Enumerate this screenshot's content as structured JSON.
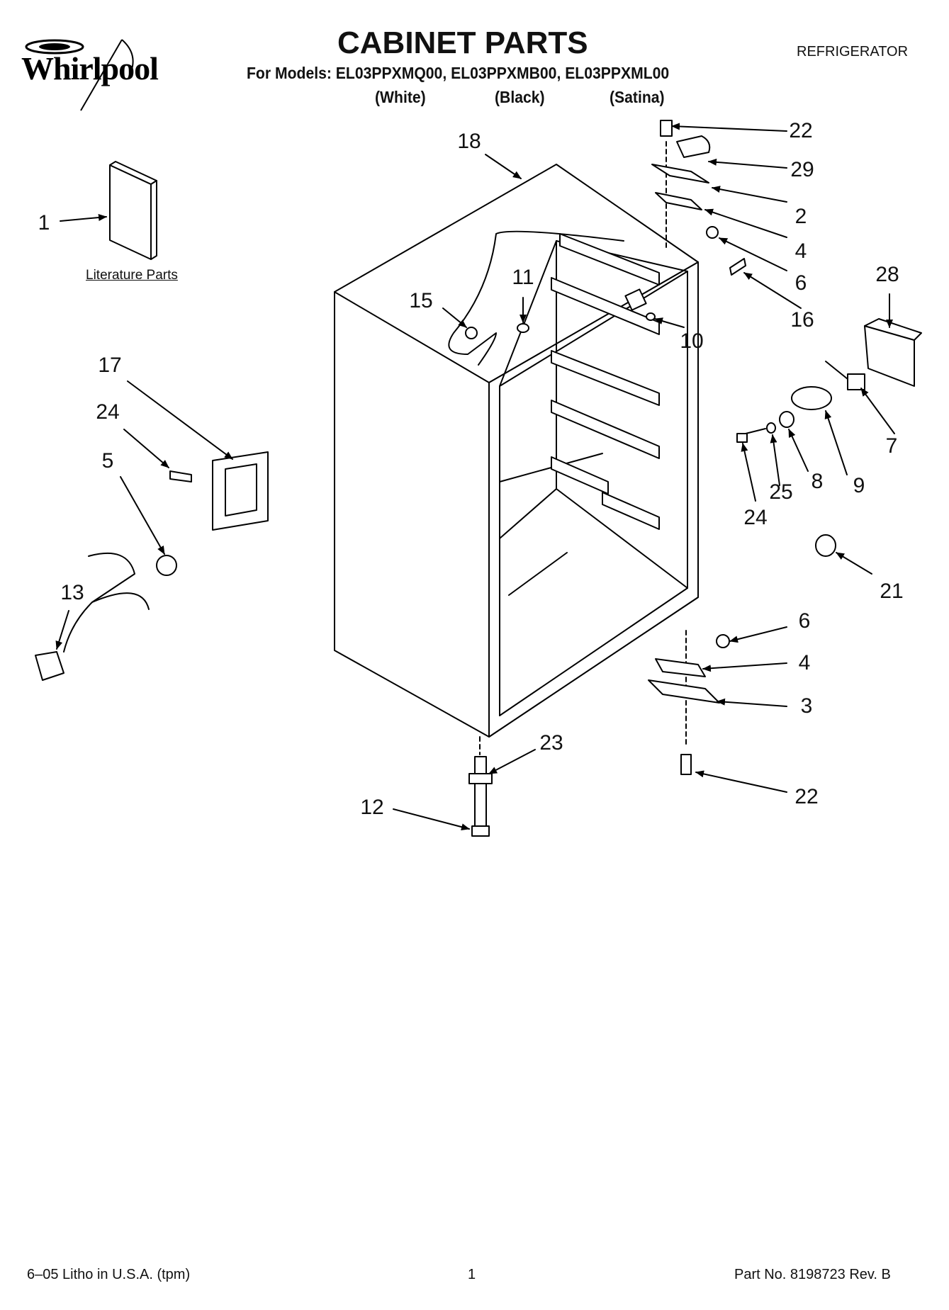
{
  "header": {
    "brand": "Whirlpool",
    "title": "CABINET PARTS",
    "category": "REFRIGERATOR",
    "models_line": "For Models: EL03PPXMQ00, EL03PPXMB00, EL03PPXML00",
    "variants": [
      "(White)",
      "(Black)",
      "(Satina)"
    ]
  },
  "diagram": {
    "literature_label": "Literature Parts",
    "callouts": [
      {
        "id": "c1",
        "text": "1"
      },
      {
        "id": "c18",
        "text": "18"
      },
      {
        "id": "c22a",
        "text": "22"
      },
      {
        "id": "c29",
        "text": "29"
      },
      {
        "id": "c2",
        "text": "2"
      },
      {
        "id": "c4a",
        "text": "4"
      },
      {
        "id": "c6a",
        "text": "6"
      },
      {
        "id": "c16",
        "text": "16"
      },
      {
        "id": "c28",
        "text": "28"
      },
      {
        "id": "c11",
        "text": "11"
      },
      {
        "id": "c15",
        "text": "15"
      },
      {
        "id": "c10",
        "text": "10"
      },
      {
        "id": "c17",
        "text": "17"
      },
      {
        "id": "c24a",
        "text": "24"
      },
      {
        "id": "c5",
        "text": "5"
      },
      {
        "id": "c7",
        "text": "7"
      },
      {
        "id": "c9",
        "text": "9"
      },
      {
        "id": "c8",
        "text": "8"
      },
      {
        "id": "c25",
        "text": "25"
      },
      {
        "id": "c24b",
        "text": "24"
      },
      {
        "id": "c21",
        "text": "21"
      },
      {
        "id": "c13",
        "text": "13"
      },
      {
        "id": "c6b",
        "text": "6"
      },
      {
        "id": "c4b",
        "text": "4"
      },
      {
        "id": "c3",
        "text": "3"
      },
      {
        "id": "c23",
        "text": "23"
      },
      {
        "id": "c22b",
        "text": "22"
      },
      {
        "id": "c12",
        "text": "12"
      }
    ]
  },
  "footer": {
    "litho": "6–05 Litho in U.S.A. (tpm)",
    "page": "1",
    "part_no": "Part No. 8198723 Rev. B"
  }
}
